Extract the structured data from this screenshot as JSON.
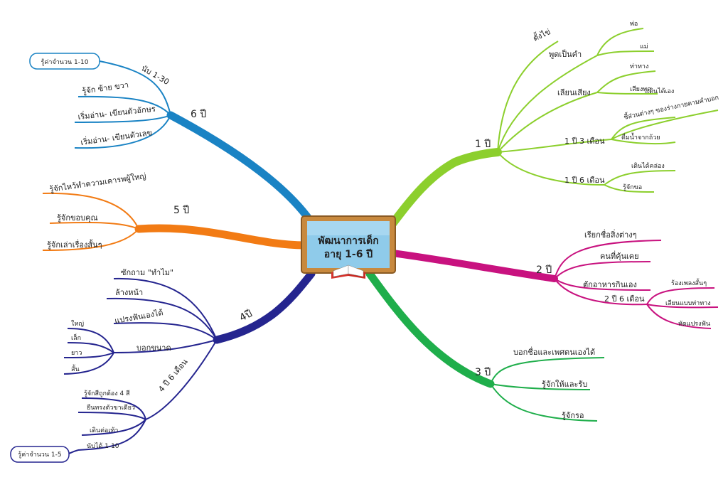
{
  "center": {
    "line1": "พัฒนาการเด็ก",
    "line2": "อายุ 1-6 ปี"
  },
  "colors": {
    "y1": "#8ccf2d",
    "y2": "#c8127f",
    "y3": "#1fae4b",
    "y4": "#25258f",
    "y5": "#f27b14",
    "y6": "#1a83c4",
    "board_frame": "#c8893e",
    "board_face": "#8fcbea"
  },
  "y1": {
    "label": "1 ปี",
    "items": [
      "ตั้งไข่",
      "พูดเป็นคำ",
      "เลียนเสียง",
      "1 ปี 3 เดือน",
      "1 ปี 6 เดือน"
    ],
    "speak": [
      "พ่อ",
      "แม่"
    ],
    "mimic": [
      "ท่าทาง",
      "เสียงพูด"
    ],
    "m15": [
      "เดินได้เอง",
      "ชี้ส่วนต่างๆ ของร่างกายตามคำบอก",
      "ดื่มน้ำจากถ้วย"
    ],
    "m18": [
      "เดินได้คล่อง",
      "รู้จักขอ"
    ]
  },
  "y2": {
    "label": "2 ปี",
    "items": [
      "เรียกชื่อสิ่งต่างๆ",
      "คนที่คุ้นเคย",
      "ตักอาหารกินเอง",
      "2 ปี 6 เดือน"
    ],
    "m30": [
      "ร้องเพลงสั้นๆ",
      "เลียนแบบท่าทาง",
      "หัดแปรงฟัน"
    ]
  },
  "y3": {
    "label": "3 ปี",
    "items": [
      "บอกชื่อและเพศตนเองได้",
      "รู้จักให้และรับ",
      "รู้จักรอ"
    ]
  },
  "y4": {
    "label": "4ปี",
    "items": [
      "ซักถาม \"ทำไม\"",
      "ล้างหน้า",
      "แปรงฟันเองได้",
      "บอกขนาด",
      "4 ปี 6 เดือน"
    ],
    "size": [
      "ใหญ่",
      "เล็ก",
      "ยาว",
      "สั้น"
    ],
    "m54": [
      "รู้จักสีถูกต้อง 4 สี",
      "ยืนทรงตัวขาเดียว",
      "เดินต่อเท้า",
      "นับได้ 1-10"
    ],
    "box": "รู้ค่าจำนวน 1-5"
  },
  "y5": {
    "label": "5 ปี",
    "items": [
      "รู้จักไหว้ทำความเคารพผู้ใหญ่",
      "รู้จักขอบคุณ",
      "รู้จักเล่าเรื่องสั้นๆ"
    ]
  },
  "y6": {
    "label": "6 ปี",
    "items": [
      "นับ 1-30",
      "รู้จัก ซ้าย ขวา",
      "เริ่มอ่าน- เขียนตัวอักษร",
      "เริ่มอ่าน- เขียนตัวเลข"
    ],
    "box": "รู้ค่าจำนวน 1-10"
  }
}
